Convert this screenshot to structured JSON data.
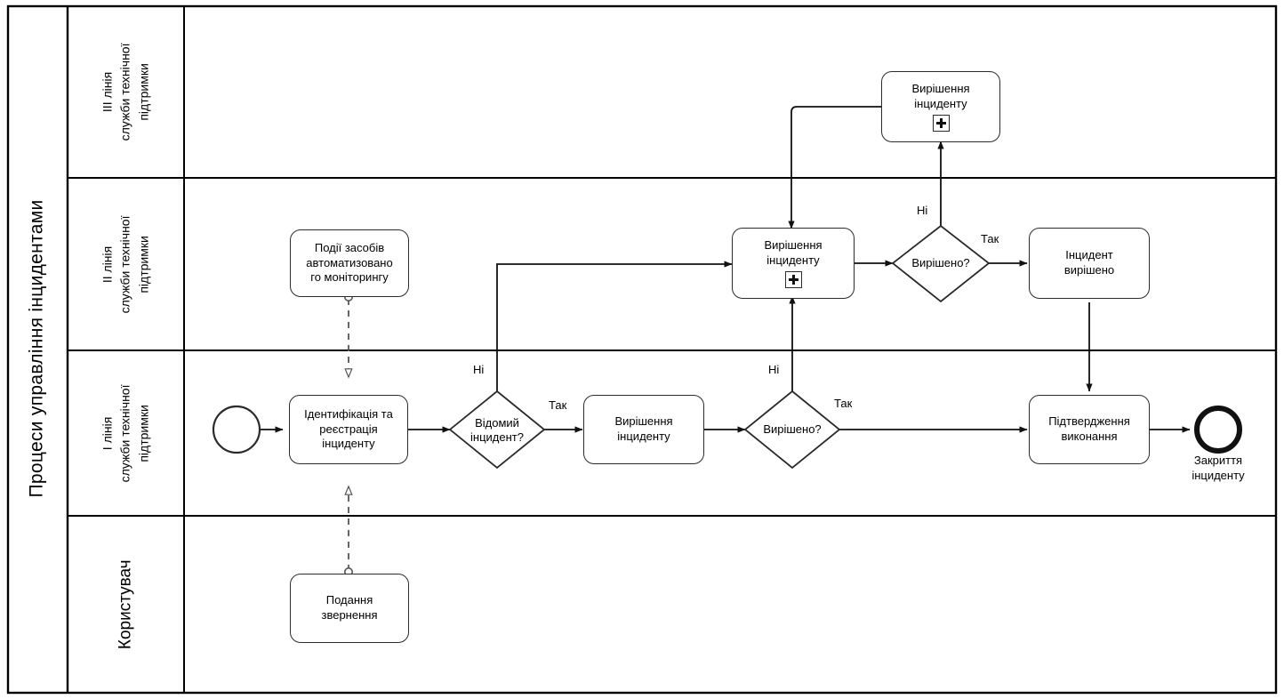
{
  "pool": {
    "title": "Процеси управління інцидентами",
    "lanes": [
      {
        "id": "lane-line3",
        "label": "III лінія\nслужби технічної\nпідтримки"
      },
      {
        "id": "lane-line2",
        "label": "II лінія\nслужби технічної\nпідтримки"
      },
      {
        "id": "lane-line1",
        "label": "I лінія\nслужби технічної\nпідтримки"
      },
      {
        "id": "lane-user",
        "label": "Користувач"
      }
    ]
  },
  "nodes": {
    "resolve_l3": {
      "label": "Вирішення\nінциденту",
      "marker": "+"
    },
    "monitoring_event": {
      "label": "Події засобів\nавтоматизовано\nго моніторингу"
    },
    "resolve_l2": {
      "label": "Вирішення\nінциденту",
      "marker": "+"
    },
    "gw_resolved_l2": {
      "label": "Вирішено?"
    },
    "incident_resolved": {
      "label": "Інцидент\nвирішено"
    },
    "register": {
      "label": "Ідентифікація та\nреєстрація\nінциденту"
    },
    "gw_known": {
      "label": "Відомий\nінцидент?"
    },
    "resolve_l1": {
      "label": "Вирішення\nінциденту"
    },
    "gw_resolved_l1": {
      "label": "Вирішено?"
    },
    "confirm": {
      "label": "Підтвердження\nвиконання"
    },
    "start_event": {
      "label": ""
    },
    "end_event": {
      "label": "Закриття\nінциденту"
    },
    "user_request": {
      "label": "Подання\nзвернення"
    }
  },
  "flow_labels": {
    "known_no": "Ні",
    "known_yes": "Так",
    "resolved_l1_no": "Ні",
    "resolved_l1_yes": "Так",
    "resolved_l2_no": "Ні",
    "resolved_l2_yes": "Так"
  },
  "colors": {
    "stroke": "#2b2b2b",
    "frame": "#000000",
    "background": "#ffffff",
    "text": "#000000"
  }
}
